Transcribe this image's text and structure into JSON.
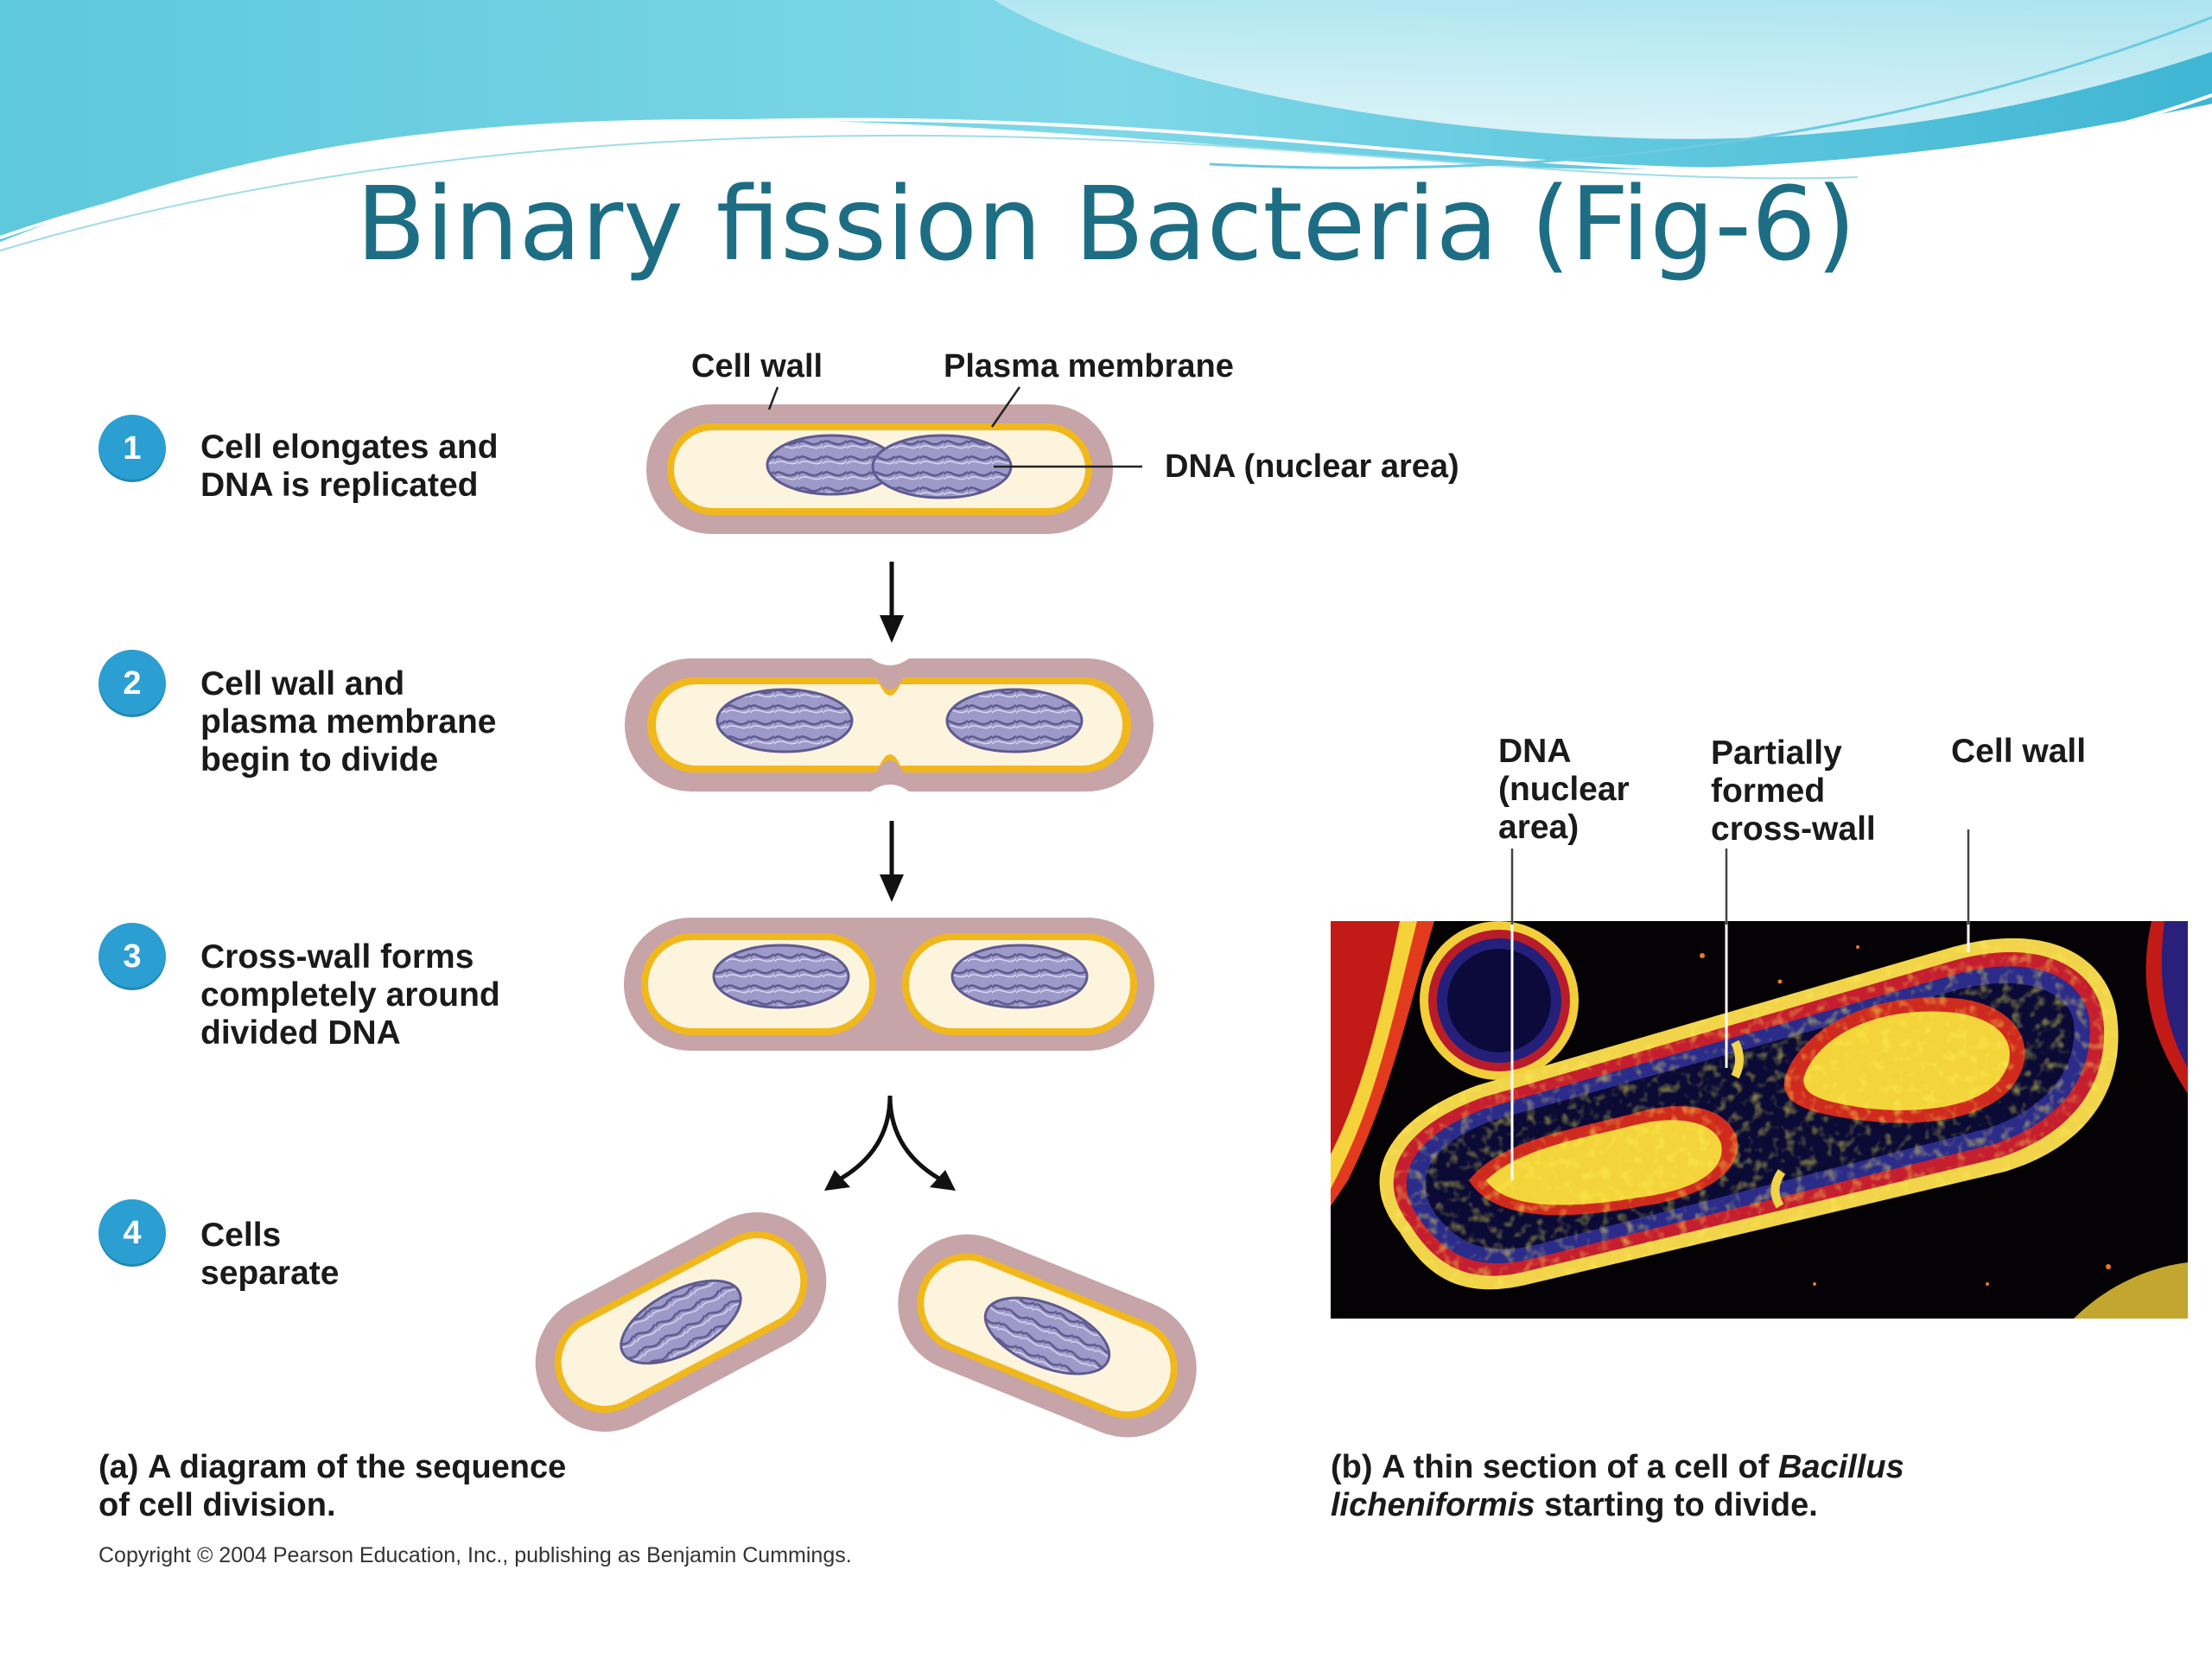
{
  "slide": {
    "title": "Binary fission Bacteria (Fig-6)",
    "accent_color": "#1d6e84",
    "badge_color": "#2b9fd2"
  },
  "diagram": {
    "labels": {
      "cell_wall": "Cell wall",
      "plasma_membrane": "Plasma membrane",
      "dna_nuclear_area": "DNA (nuclear area)"
    },
    "steps": [
      {
        "number": "1",
        "text": "Cell elongates and\nDNA is replicated"
      },
      {
        "number": "2",
        "text": "Cell wall and\nplasma membrane\nbegin to divide"
      },
      {
        "number": "3",
        "text": "Cross-wall forms\ncompletely around\ndivided DNA"
      },
      {
        "number": "4",
        "text": "Cells\nseparate"
      }
    ],
    "caption_a": {
      "letter": "(a)",
      "line1": "A diagram of the sequence",
      "line2": "of cell division."
    },
    "copyright": "Copyright © 2004 Pearson Education, Inc., publishing as Benjamin Cummings.",
    "colors": {
      "cell_wall": "#c7a4a8",
      "plasma_membrane": "#f0b81c",
      "cytoplasm": "#fdf4de",
      "dna": "#8f8cc0"
    }
  },
  "micrograph": {
    "labels": {
      "dna": "DNA\n(nuclear\narea)",
      "cross_wall": "Partially\nformed\ncross-wall",
      "cell_wall": "Cell wall"
    },
    "caption_b": {
      "letter": "(b)",
      "text1": "A thin section of a cell of",
      "species1": "Bacillus",
      "species2": "licheniformis",
      "text2": "starting to divide."
    }
  }
}
